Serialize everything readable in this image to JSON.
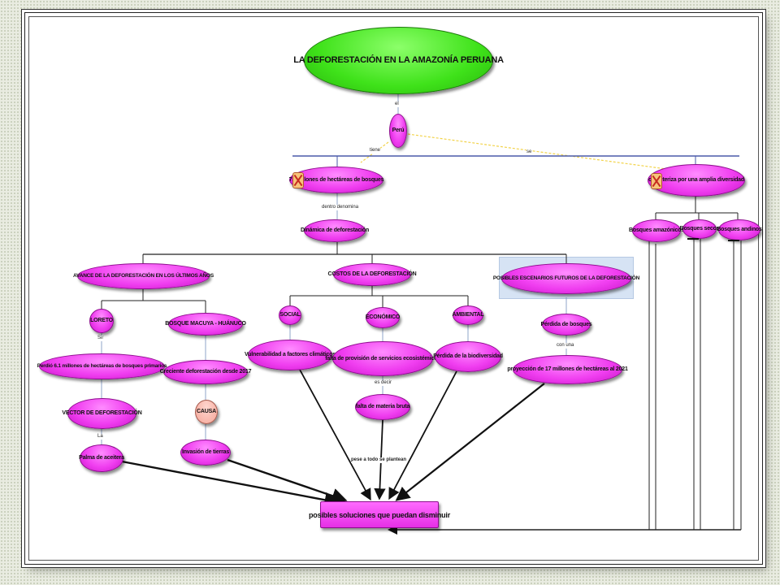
{
  "root": "LA DEFORESTACIÓN EN LA AMAZONÍA PERUANA",
  "nodes": {
    "peru": "Perú",
    "hectares": "73 millones de hectáreas de bosques",
    "diversity": "caracteriza por una amplia diversidad",
    "amazon_forests": "Bosques amazónicos",
    "dry_forests": "Bosques secos",
    "andean_forests": "Bosques andinos",
    "dynamics": "Dinámica de deforestación",
    "advance": "AVANCE DE LA DEFORESTACIÓN EN LOS ÚLTIMOS AÑOS",
    "costs": "COSTOS DE LA DEFORESTACIÓN",
    "scenarios": "POSIBLES ESCENARIOS FUTUROS DE LA DEFORESTACIÓN",
    "loreto": "LORETO",
    "macuya": "BOSQUE MACUYA - HUÁNUCO",
    "lost_61": "Perdió 6.1 millones de hectáreas de bosques primarios",
    "growing": "Creciente deforestación desde 2017",
    "vector": "VECTOR DE DEFORESTACIÓN",
    "causa": "CAUSA",
    "palm": "Palma de aceitera",
    "invasion": "Invasión de tierras",
    "social": "SOCIAL",
    "economic": "ECONÓMICO",
    "environmental": "AMBIENTAL",
    "vulnerability": "Vulnerabilidad a factores climáticos",
    "ecosystem": "falta de provisión de servicios ecosistémicos",
    "biodiversity": "Pérdida de la biodiversidad",
    "raw_material": "falta de materia bruta",
    "forest_loss": "Pérdida de bosques",
    "projection": "proyección de 17 millones de hectáreas al 2021",
    "solutions": "posibles soluciones que puedan disminuir"
  },
  "link_labels": {
    "el": "el",
    "tiene": "tiene",
    "se": "se",
    "dentro": "dentro denomina",
    "sir": "Sir",
    "la": "La",
    "es_decir": "es decir",
    "con_una": "con una",
    "pese": "pese a todo se plantean"
  },
  "colors": {
    "node_fill": "#f03ef0",
    "root_fill": "#3fe21a",
    "causa_fill": "#f4a597",
    "dashed_link": "#f2d34a",
    "tree_line": "#4a5aa8"
  },
  "icons": [
    "attachment-x-icon",
    "attachment-x-icon"
  ]
}
